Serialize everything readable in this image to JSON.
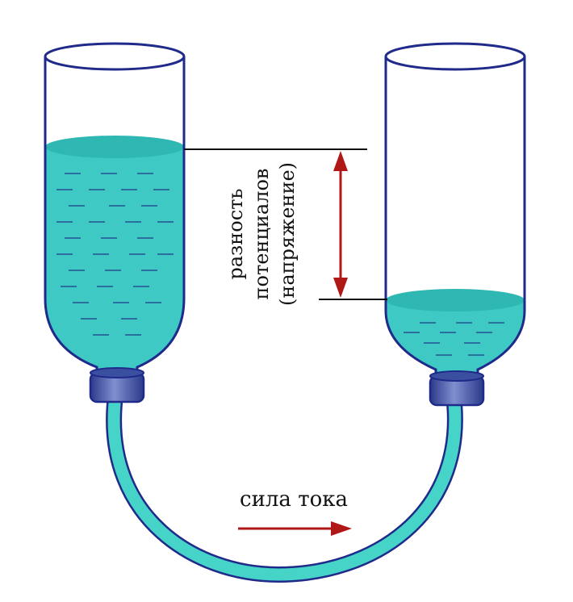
{
  "labels": {
    "potential_line1": "разность",
    "potential_line2": "потенциалов",
    "potential_line3": "(напряжение)",
    "current": "сила тока"
  },
  "colors": {
    "water": "#3ec9c4",
    "water_surface": "#2fb8b3",
    "water_dash": "#2a6f9e",
    "outline": "#1f2a8a",
    "tube": "#46d4c8",
    "cap": "#3a4fa0",
    "arrow": "#b01818",
    "line": "#111111"
  }
}
